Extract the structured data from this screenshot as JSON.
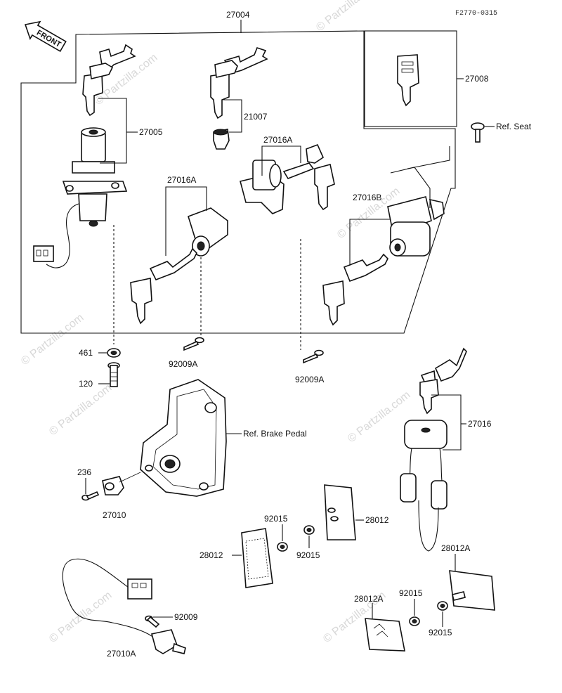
{
  "drawing_code": "F2770-0315",
  "front_label": "FRONT",
  "watermark": "© Partzilla.com",
  "parts": {
    "p27004": "27004",
    "p27005": "27005",
    "p21007": "21007",
    "p27008": "27008",
    "ref_seat": "Ref. Seat",
    "p27016A_top": "27016A",
    "p27016A_left": "27016A",
    "p27016B": "27016B",
    "p461": "461",
    "p120": "120",
    "p92009A_left": "92009A",
    "p92009A_right": "92009A",
    "ref_brake": "Ref. Brake Pedal",
    "p236": "236",
    "p27010": "27010",
    "p27016": "27016",
    "p92015_a": "92015",
    "p92015_b": "92015",
    "p92015_c": "92015",
    "p92015_d": "92015",
    "p28012_a": "28012",
    "p28012_b": "28012",
    "p28012A_a": "28012A",
    "p28012A_b": "28012A",
    "p92009": "92009",
    "p27010A": "27010A"
  }
}
